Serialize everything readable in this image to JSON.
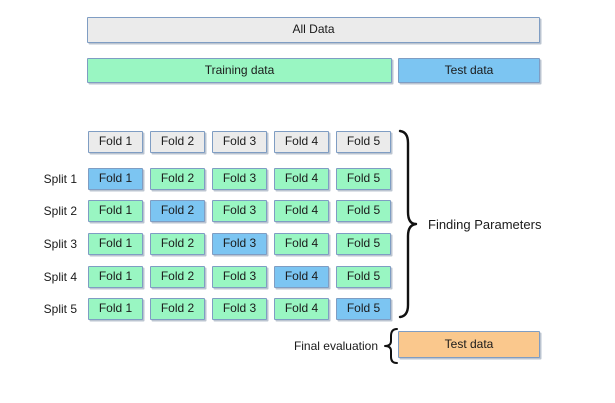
{
  "colors": {
    "green": "#99f6c2",
    "blue": "#7cc5f2",
    "orange": "#fac88d",
    "gray": "#ebebeb",
    "border": "#7f9dc3",
    "text": "#1a1a1a"
  },
  "top_bars": {
    "all_data": "All Data",
    "training": "Training data",
    "test": "Test data"
  },
  "cv": {
    "fold_headers": [
      "Fold 1",
      "Fold 2",
      "Fold 3",
      "Fold 4",
      "Fold 5"
    ],
    "splits": [
      {
        "label": "Split 1",
        "test_fold_index": 0,
        "folds": [
          "Fold 1",
          "Fold 2",
          "Fold 3",
          "Fold 4",
          "Fold 5"
        ]
      },
      {
        "label": "Split 2",
        "test_fold_index": 1,
        "folds": [
          "Fold 1",
          "Fold 2",
          "Fold 3",
          "Fold 4",
          "Fold 5"
        ]
      },
      {
        "label": "Split 3",
        "test_fold_index": 2,
        "folds": [
          "Fold 1",
          "Fold 2",
          "Fold 3",
          "Fold 4",
          "Fold 5"
        ]
      },
      {
        "label": "Split 4",
        "test_fold_index": 3,
        "folds": [
          "Fold 1",
          "Fold 2",
          "Fold 3",
          "Fold 4",
          "Fold 5"
        ]
      },
      {
        "label": "Split 5",
        "test_fold_index": 4,
        "folds": [
          "Fold 1",
          "Fold 2",
          "Fold 3",
          "Fold 4",
          "Fold 5"
        ]
      }
    ]
  },
  "annotations": {
    "finding_parameters": "Finding Parameters",
    "final_evaluation": "Final evaluation",
    "final_test": "Test data"
  }
}
